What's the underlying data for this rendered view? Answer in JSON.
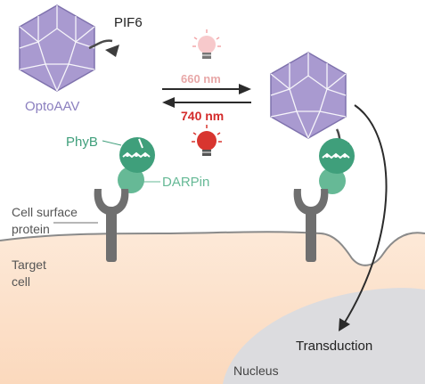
{
  "labels": {
    "pif6": "PIF6",
    "optoaav": "OptoAAV",
    "phyb": "PhyB",
    "darpin": "DARPin",
    "cell_surface_protein_line1": "Cell surface",
    "cell_surface_protein_line2": "protein",
    "target_cell_line1": "Target",
    "target_cell_line2": "cell",
    "nucleus": "Nucleus",
    "transduction": "Transduction",
    "light_660": "660 nm",
    "light_740": "740 nm"
  },
  "icons": [
    "capsid-icon",
    "lightbulb-icon",
    "phytochrome-icon",
    "receptor-icon"
  ],
  "colors": {
    "capsid_fill": "#a99ad0",
    "capsid_stroke": "#ffffff",
    "optoaav_text": "#8b7fbf",
    "phyb_green": "#3f9f7b",
    "darpin_green": "#66b996",
    "receptor_gray": "#6f6f6f",
    "cell_fill_top": "#fbe6d4",
    "nucleus_fill": "#dcdcdf",
    "light_660_color": "#e8a8a8",
    "light_740_color": "#d42b2b",
    "bulb_pale": "#f7c9cb",
    "bulb_red": "#d8352f"
  }
}
